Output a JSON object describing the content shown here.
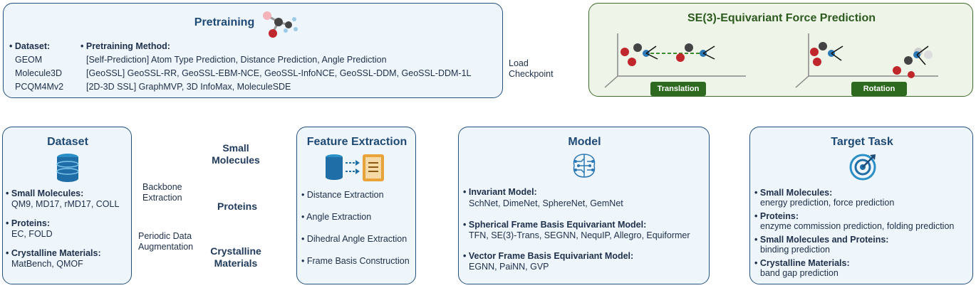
{
  "pretraining": {
    "title": "Pretraining",
    "dataset_header": "Dataset:",
    "datasets": [
      "GEOM",
      "Molecule3D",
      "PCQM4Mv2"
    ],
    "method_header": "Pretraining Method:",
    "methods": [
      "[Self-Prediction] Atom Type Prediction, Distance Prediction, Angle Prediction",
      "[GeoSSL] GeoSSL-RR, GeoSSL-EBM-NCE, GeoSSL-InfoNCE, GeoSSL-DDM, GeoSSL-DDM-1L",
      "[2D-3D SSL] GraphMVP, 3D InfoMax, MoleculeSDE"
    ]
  },
  "se3": {
    "title": "SE(3)-Equivariant Force Prediction",
    "translation": "Translation",
    "rotation": "Rotation"
  },
  "load_checkpoint": [
    "Load",
    "Checkpoint"
  ],
  "dataset": {
    "title": "Dataset",
    "groups": [
      {
        "header": "Small Molecules:",
        "items": "QM9, MD17, rMD17, COLL"
      },
      {
        "header": "Proteins:",
        "items": "EC, FOLD"
      },
      {
        "header": "Crystalline Materials:",
        "items": "MatBench, QMOF"
      }
    ]
  },
  "flows": {
    "small_molecules": [
      "Small",
      "Molecules"
    ],
    "proteins": "Proteins",
    "crystalline": [
      "Crystalline",
      "Materials"
    ],
    "backbone": [
      "Backbone",
      "Extraction"
    ],
    "periodic": [
      "Periodic Data",
      "Augmentation"
    ]
  },
  "feature": {
    "title": "Feature Extraction",
    "items": [
      "Distance Extraction",
      "Angle Extraction",
      "Dihedral Angle Extraction",
      "Frame Basis Construction"
    ]
  },
  "model": {
    "title": "Model",
    "groups": [
      {
        "header": "Invariant Model:",
        "items": "SchNet, DimeNet, SphereNet, GemNet"
      },
      {
        "header": "Spherical Frame Basis Equivariant Model:",
        "items": "TFN, SE(3)-Trans, SEGNN, NequIP, Allegro, Equiformer"
      },
      {
        "header": "Vector Frame Basis Equivariant Model:",
        "items": "EGNN, PaiNN, GVP"
      }
    ]
  },
  "target": {
    "title": "Target Task",
    "groups": [
      {
        "header": "Small Molecules:",
        "items": "energy prediction, force prediction"
      },
      {
        "header": "Proteins:",
        "items": "enzyme commission prediction, folding prediction"
      },
      {
        "header": "Small Molecules and Proteins:",
        "items": "binding prediction"
      },
      {
        "header": "Crystalline Materials:",
        "items": "band gap prediction"
      }
    ]
  },
  "colors": {
    "box_border": "#23517d",
    "box_fill": "#eef5fb",
    "arrow": "#1f4a75",
    "gear": "#2b78b5",
    "se3_fill": "#eef5e8",
    "se3_border": "#3d6b2e",
    "badge": "#2d6a1f"
  }
}
